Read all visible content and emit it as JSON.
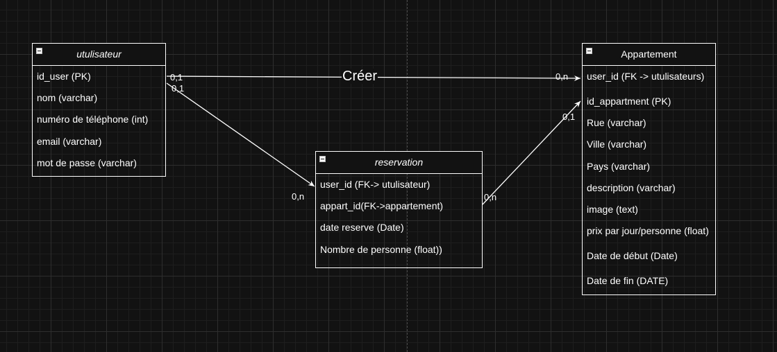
{
  "entities": {
    "utilisateur": {
      "title": "utulisateur",
      "fields": [
        "id_user (PK)",
        "nom (varchar)",
        "numéro de téléphone (int)",
        "email (varchar)",
        "mot de passe  (varchar)"
      ]
    },
    "reservation": {
      "title": "reservation",
      "fields": [
        "user_id (FK-> utulisateur)",
        "appart_id(FK->appartement)",
        "date reserve (Date)",
        "Nombre de personne (float))"
      ]
    },
    "appartement": {
      "title": "Appartement",
      "fields": [
        "user_id (FK -> utulisateurs)",
        "id_appartment (PK)",
        "Rue (varchar)",
        "Ville (varchar)",
        "Pays (varchar)",
        "description (varchar)",
        "image (text)",
        "prix par jour/personne (float)",
        "Date de début (Date)",
        "Date de fin (DATE)"
      ]
    }
  },
  "relations": {
    "creer": {
      "label": "Créer",
      "source_card": "0,1",
      "target_card": "0,n"
    },
    "user_reservation": {
      "source_card": "0,1",
      "target_card": "0,n"
    },
    "reservation_appart": {
      "source_card": "0,n",
      "target_card": "0,1"
    }
  },
  "colors": {
    "background": "#121212",
    "stroke": "#ffffff",
    "grid": "#2e2e2e"
  }
}
